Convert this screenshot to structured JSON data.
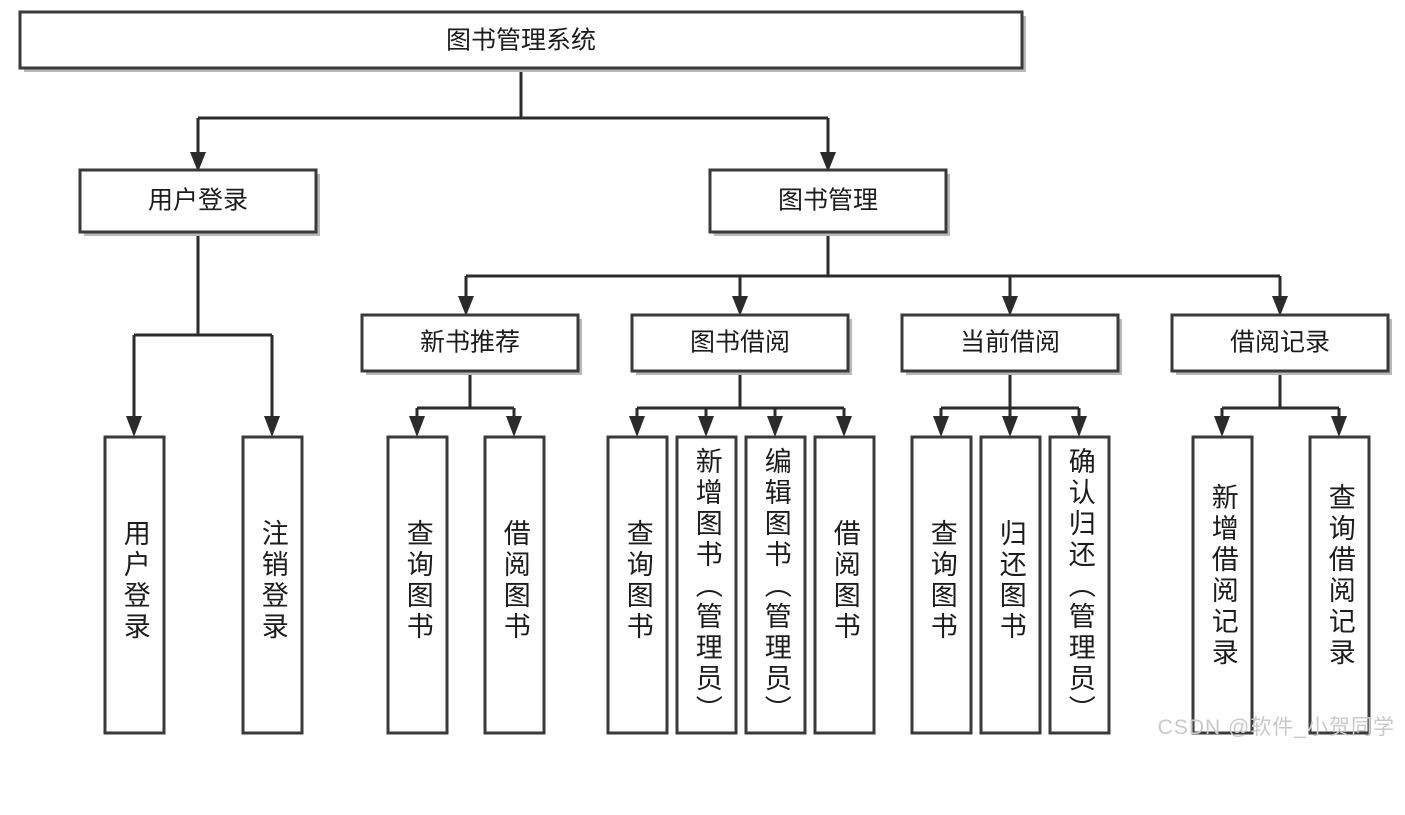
{
  "diagram": {
    "type": "tree-hierarchy",
    "title": "图书管理系统",
    "watermark": "CSDN @软件_小贺同学",
    "levels": {
      "root": {
        "label": "图书管理系统"
      },
      "level2": [
        {
          "label": "用户登录"
        },
        {
          "label": "图书管理"
        }
      ],
      "level3": [
        {
          "label": "新书推荐"
        },
        {
          "label": "图书借阅"
        },
        {
          "label": "当前借阅"
        },
        {
          "label": "借阅记录"
        }
      ],
      "leaves": {
        "user_login": [
          {
            "label": "用户登录"
          },
          {
            "label": "注销登录"
          }
        ],
        "new_book_recommend": [
          {
            "label": "查询图书"
          },
          {
            "label": "借阅图书"
          }
        ],
        "book_borrow": [
          {
            "label": "查询图书"
          },
          {
            "label": "新增图书（管理员）"
          },
          {
            "label": "编辑图书（管理员）"
          },
          {
            "label": "借阅图书"
          }
        ],
        "current_borrow": [
          {
            "label": "查询图书"
          },
          {
            "label": "归还图书"
          },
          {
            "label": "确认归还（管理员）"
          }
        ],
        "borrow_record": [
          {
            "label": "新增借阅记录"
          },
          {
            "label": "查询借阅记录"
          }
        ]
      }
    },
    "colors": {
      "box_stroke": "#3a3a3a",
      "connector": "#2b2b2b",
      "text": "#1c1c1c",
      "background": "#ffffff",
      "watermark": "#c9c9c9"
    }
  }
}
